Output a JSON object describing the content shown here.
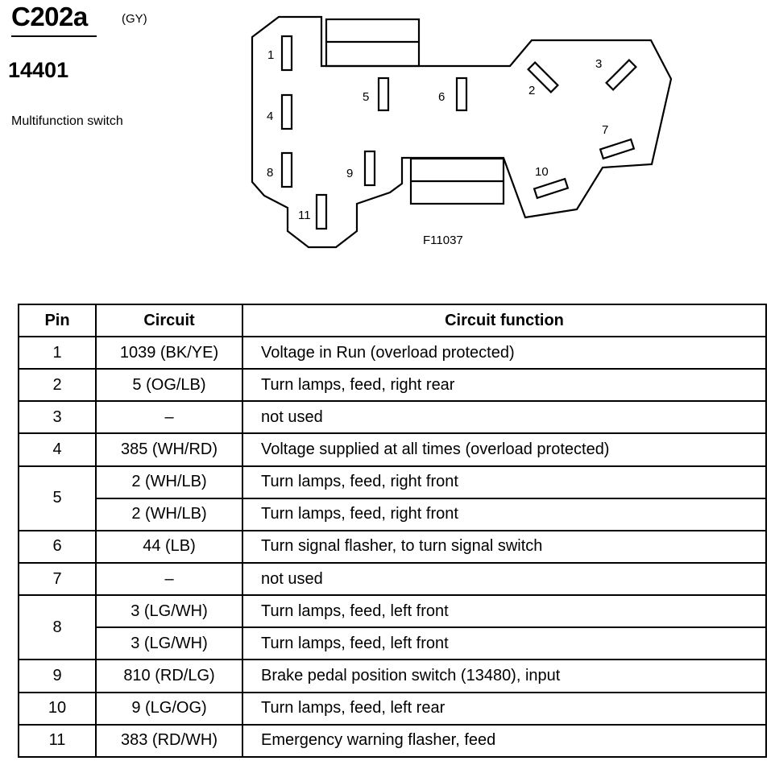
{
  "header": {
    "connector_id": "C202a",
    "connector_color": "(GY)",
    "part_number": "14401",
    "component_name": "Multifunction switch"
  },
  "diagram": {
    "figure_id": "F11037",
    "pin_labels": [
      "1",
      "2",
      "3",
      "4",
      "5",
      "6",
      "7",
      "8",
      "9",
      "10",
      "11"
    ]
  },
  "table": {
    "headers": {
      "pin": "Pin",
      "circuit": "Circuit",
      "function": "Circuit function"
    },
    "rows": [
      {
        "pin": "1",
        "circuits": [
          {
            "circuit": "1039 (BK/YE)",
            "function": "Voltage in Run (overload protected)"
          }
        ]
      },
      {
        "pin": "2",
        "circuits": [
          {
            "circuit": "5 (OG/LB)",
            "function": "Turn lamps, feed, right rear"
          }
        ]
      },
      {
        "pin": "3",
        "circuits": [
          {
            "circuit": "–",
            "function": "not used"
          }
        ]
      },
      {
        "pin": "4",
        "circuits": [
          {
            "circuit": "385 (WH/RD)",
            "function": "Voltage supplied at all times (overload protected)"
          }
        ]
      },
      {
        "pin": "5",
        "circuits": [
          {
            "circuit": "2 (WH/LB)",
            "function": "Turn lamps, feed, right front"
          },
          {
            "circuit": "2 (WH/LB)",
            "function": "Turn lamps, feed, right front"
          }
        ]
      },
      {
        "pin": "6",
        "circuits": [
          {
            "circuit": "44 (LB)",
            "function": "Turn signal flasher, to turn signal switch"
          }
        ]
      },
      {
        "pin": "7",
        "circuits": [
          {
            "circuit": "–",
            "function": "not used"
          }
        ]
      },
      {
        "pin": "8",
        "circuits": [
          {
            "circuit": "3 (LG/WH)",
            "function": "Turn lamps, feed, left front"
          },
          {
            "circuit": "3 (LG/WH)",
            "function": "Turn lamps, feed, left front"
          }
        ]
      },
      {
        "pin": "9",
        "circuits": [
          {
            "circuit": "810 (RD/LG)",
            "function": "Brake pedal position switch (13480), input"
          }
        ]
      },
      {
        "pin": "10",
        "circuits": [
          {
            "circuit": "9 (LG/OG)",
            "function": "Turn lamps, feed, left rear"
          }
        ]
      },
      {
        "pin": "11",
        "circuits": [
          {
            "circuit": "383 (RD/WH)",
            "function": "Emergency warning flasher, feed"
          }
        ]
      }
    ]
  }
}
